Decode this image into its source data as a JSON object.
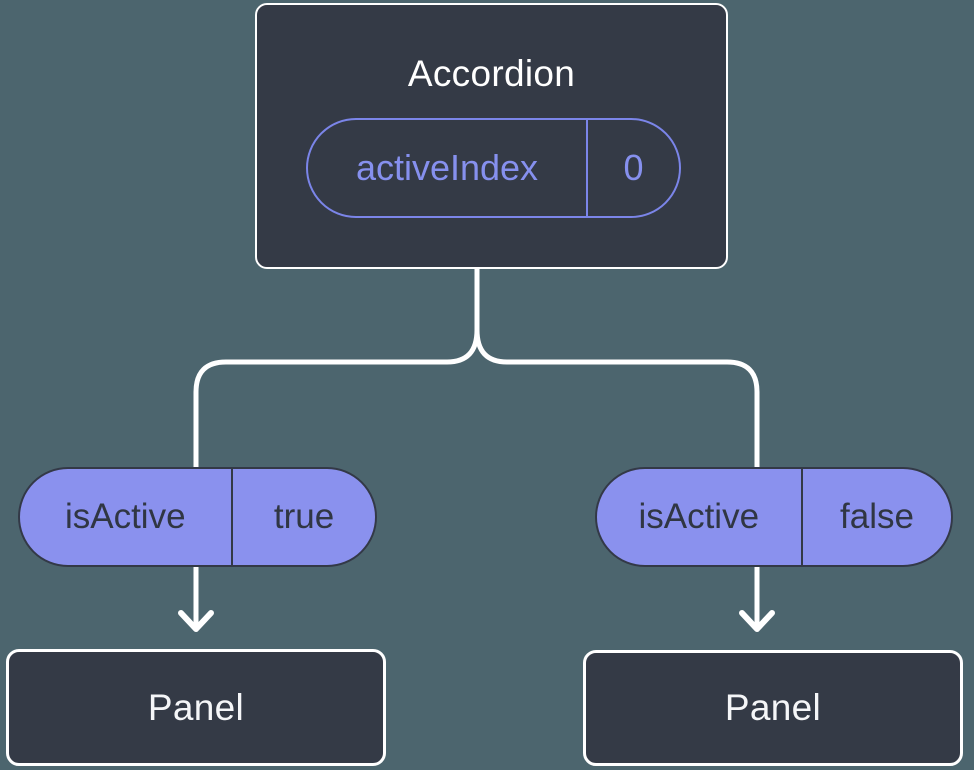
{
  "diagram": {
    "root": {
      "title": "Accordion",
      "state": {
        "name": "activeIndex",
        "value": "0"
      }
    },
    "children": [
      {
        "prop": {
          "name": "isActive",
          "value": "true"
        },
        "target": {
          "title": "Panel"
        }
      },
      {
        "prop": {
          "name": "isActive",
          "value": "false"
        },
        "target": {
          "title": "Panel"
        }
      }
    ],
    "colors": {
      "background": "#4C656E",
      "box_fill": "#343A46",
      "box_border": "#FFFFFF",
      "pill_fill": "#8A91EE",
      "pill_border": "#333947",
      "pill_text": "#303643",
      "outline_pill_stroke": "#7B85E9",
      "outline_pill_text": "#8690EE",
      "connector": "#FFFFFF",
      "title_text": "#FFFFFF"
    }
  }
}
